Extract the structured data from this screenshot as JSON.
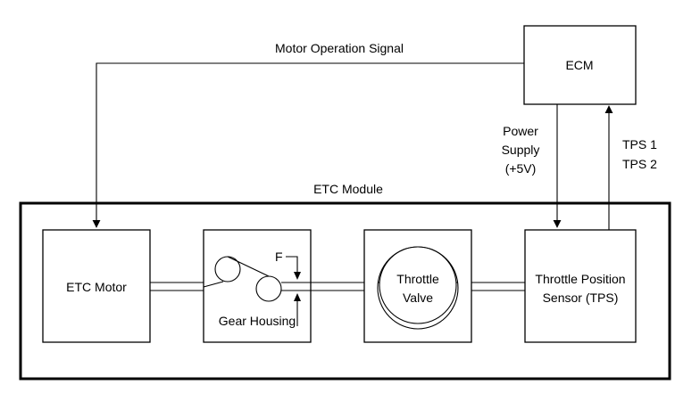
{
  "labels": {
    "motor_operation_signal": "Motor Operation Signal",
    "ecm": "ECM",
    "power_supply_line1": "Power",
    "power_supply_line2": "Supply",
    "power_supply_line3": "(+5V)",
    "tps1": "TPS 1",
    "tps2": "TPS 2",
    "etc_module": "ETC Module",
    "etc_motor": "ETC Motor",
    "gear_housing": "Gear Housing",
    "force_label": "F",
    "throttle_line1": "Throttle",
    "throttle_line2": "Valve",
    "tps_line1": "Throttle Position",
    "tps_line2": "Sensor (TPS)"
  }
}
